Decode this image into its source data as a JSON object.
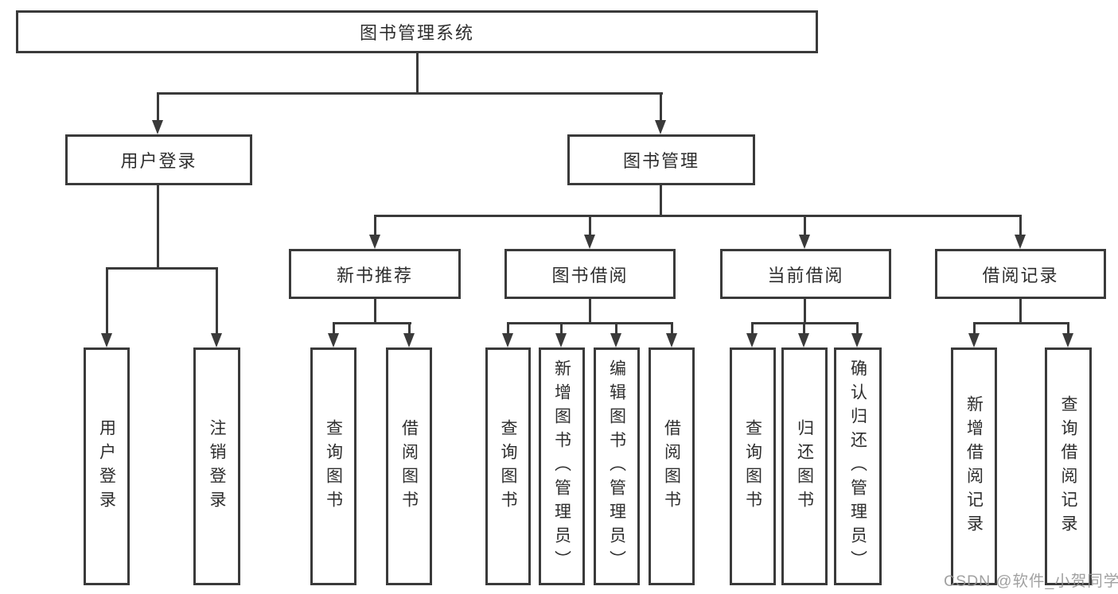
{
  "diagram": {
    "type": "tree-structure-chart",
    "root": "图书管理系统",
    "level2": [
      "用户登录",
      "图书管理"
    ],
    "level3": [
      "新书推荐",
      "图书借阅",
      "当前借阅",
      "借阅记录"
    ],
    "leaves": [
      "用户登录",
      "注销登录",
      "查询图书",
      "借阅图书",
      "查询图书",
      "新增图书（管理员）",
      "编辑图书（管理员）",
      "借阅图书",
      "查询图书",
      "归还图书",
      "确认归还（管理员）",
      "新增借阅记录",
      "查询借阅记录"
    ],
    "hierarchy": {
      "图书管理系统": {
        "用户登录": [
          "用户登录",
          "注销登录"
        ],
        "图书管理": {
          "新书推荐": [
            "查询图书",
            "借阅图书"
          ],
          "图书借阅": [
            "查询图书",
            "新增图书（管理员）",
            "编辑图书（管理员）",
            "借阅图书"
          ],
          "当前借阅": [
            "查询图书",
            "归还图书",
            "确认归还（管理员）"
          ],
          "借阅记录": [
            "新增借阅记录",
            "查询借阅记录"
          ]
        }
      }
    }
  },
  "watermark": "CSDN @软件_小贺同学",
  "colors": {
    "line": "#3a3a3a",
    "box_border": "#3a3a3a",
    "box_background": "#ffffff",
    "text": "#2e2e2e",
    "watermark": "#949494",
    "page_background": "#ffffff"
  }
}
